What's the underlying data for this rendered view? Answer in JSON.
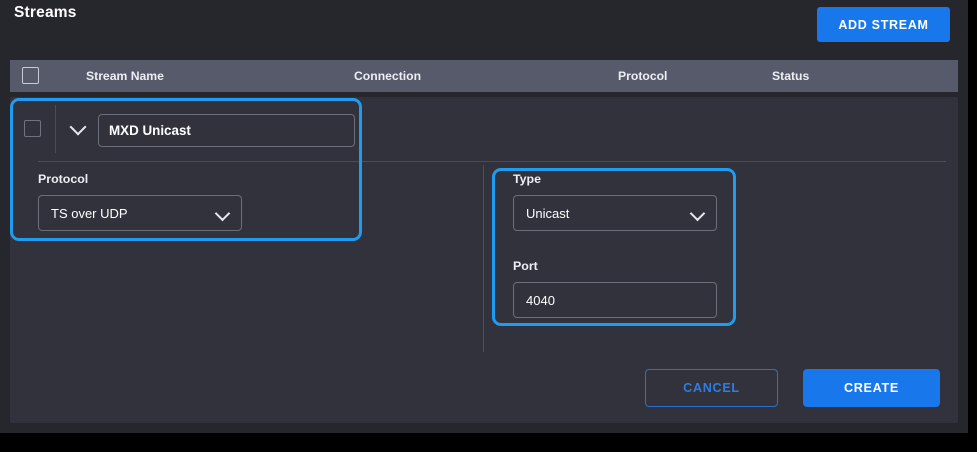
{
  "header": {
    "title": "Streams",
    "add_stream_label": "ADD STREAM"
  },
  "table": {
    "columns": [
      "Stream Name",
      "Connection",
      "Protocol",
      "Status"
    ],
    "select_all_checkbox": "unchecked"
  },
  "row": {
    "checkbox": "unchecked",
    "expand_icon": "chevron-down-icon",
    "stream_name": "MXD Unicast"
  },
  "form": {
    "left": {
      "protocol_label": "Protocol",
      "protocol_value": "TS over UDP"
    },
    "right": {
      "type_label": "Type",
      "type_value": "Unicast",
      "port_label": "Port",
      "port_value": "4040"
    }
  },
  "footer": {
    "cancel_label": "CANCEL",
    "create_label": "CREATE"
  },
  "colors": {
    "accent_blue": "#1877ea",
    "highlight_blue": "#1f9cf0",
    "panel_bg": "#31323c",
    "page_bg": "#26262d",
    "table_header_bg": "#565a6b"
  }
}
